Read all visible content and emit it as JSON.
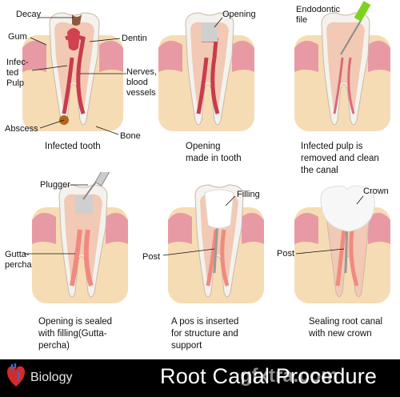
{
  "panels": [
    {
      "caption": "Infected tooth",
      "labels": {
        "decay": "Decay",
        "gum": "Gum",
        "dentin": "Dentin",
        "infected_pulp": "Infec-\nted\nPulp",
        "nerves": "Nerves,\nblood\nvessels",
        "abscess": "Abscess",
        "bone": "Bone"
      }
    },
    {
      "caption": "Opening\nmade in tooth",
      "labels": {
        "opening": "Opening"
      }
    },
    {
      "caption": "Infected pulp is\nremoved and clean\nthe canal",
      "labels": {
        "file": "Endodontic\nfile"
      }
    },
    {
      "caption": "Opening is sealed\nwith filling(Gutta-\npercha)",
      "labels": {
        "plugger": "Plugger",
        "gutta": "Gutta-\npercha"
      }
    },
    {
      "caption": "A pos is inserted\nfor structure and\nsupport",
      "labels": {
        "filling": "Filling",
        "post": "Post"
      }
    },
    {
      "caption": "Sealing root canal\nwith new crown",
      "labels": {
        "crown": "Crown",
        "post": "Post"
      }
    }
  ],
  "footer": {
    "subject": "Biology",
    "title": "Root Canal Procedure",
    "watermark": "gfxtra.com"
  },
  "colors": {
    "gum": "#e89aa4",
    "bone": "#f6dcb4",
    "enamel": "#f4f2ee",
    "dentin": "#f2c9b4",
    "pulp": "#c83c4c",
    "filling": "#cfcfcf",
    "gutta": "#f08a80",
    "footer": "#000000"
  },
  "icons": {
    "footer_logo": "heart-icon",
    "tool": "syringe-icon"
  }
}
